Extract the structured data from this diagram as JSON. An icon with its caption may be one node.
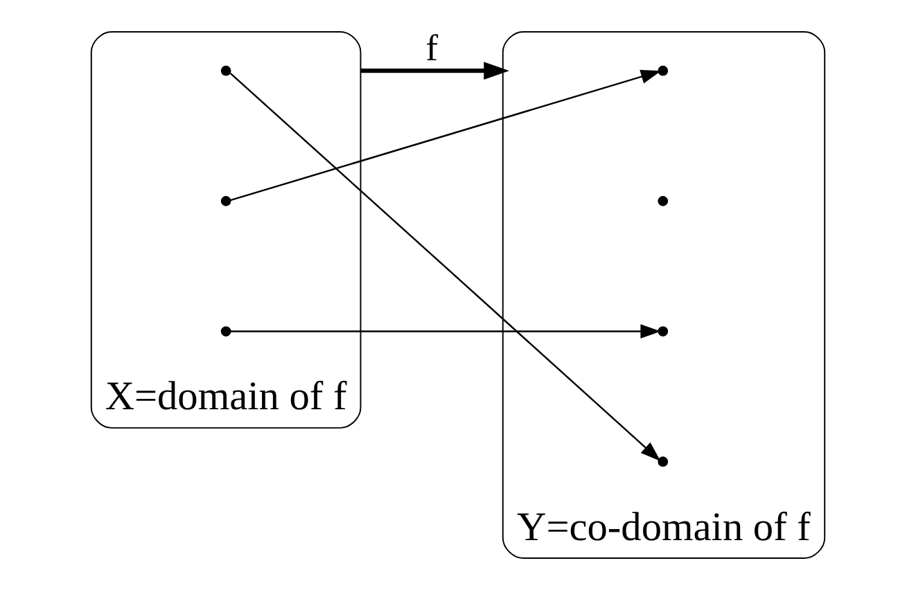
{
  "diagram": {
    "nodes": [
      {
        "text": [
          "X=domain of f"
        ]
      },
      {
        "text": [
          "Y=co-domain of f"
        ]
      },
      {
        "text": [],
        "shape": "circle",
        "in": 0
      },
      {
        "text": [],
        "shape": "circle",
        "in": 0
      },
      {
        "text": [],
        "shape": "circle",
        "in": 0
      },
      {
        "text": [],
        "shape": "circle",
        "in": 1
      },
      {
        "text": [],
        "shape": "circle",
        "in": 1
      },
      {
        "text": [],
        "shape": "circle",
        "in": 1
      },
      {
        "text": [],
        "shape": "circle",
        "in": 1
      }
    ],
    "edges": [
      {
        "from": 0,
        "to": 1,
        "arrow": "to",
        "label": "f",
        "style": "thick"
      },
      {
        "from": 2,
        "to": 8,
        "arrow": "to"
      },
      {
        "from": 3,
        "to": 5,
        "arrow": "to"
      },
      {
        "from": 4,
        "to": 7,
        "arrow": "to"
      }
    ]
  }
}
